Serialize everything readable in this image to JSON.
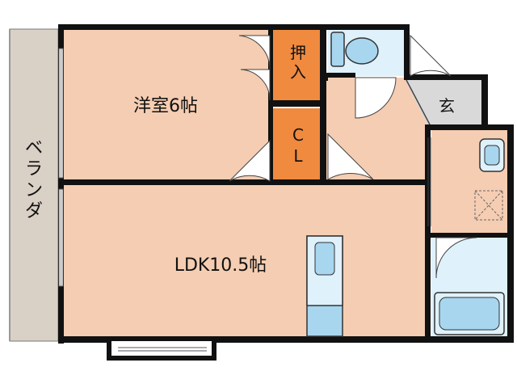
{
  "rooms": {
    "western": "洋室6帖",
    "ldk": "LDK10.5帖",
    "oshiire": "押入",
    "closet": "CL",
    "entrance": "玄",
    "veranda": "ベランダ"
  },
  "colors": {
    "wall": "#111111",
    "room_floor": "#f5cdb2",
    "storage": "#ef8a3f",
    "wet_area": "#dff1fb",
    "fixture": "#a8d6ef",
    "entrance_floor": "#d9d9d9",
    "veranda": "#d9d0c6",
    "door_swing": "#ffffff"
  },
  "fixtures": [
    "toilet-icon",
    "washbasin-icon",
    "washing-machine-pan-icon",
    "bathtub-icon",
    "kitchen-sink-icon",
    "fridge-space-icon"
  ]
}
